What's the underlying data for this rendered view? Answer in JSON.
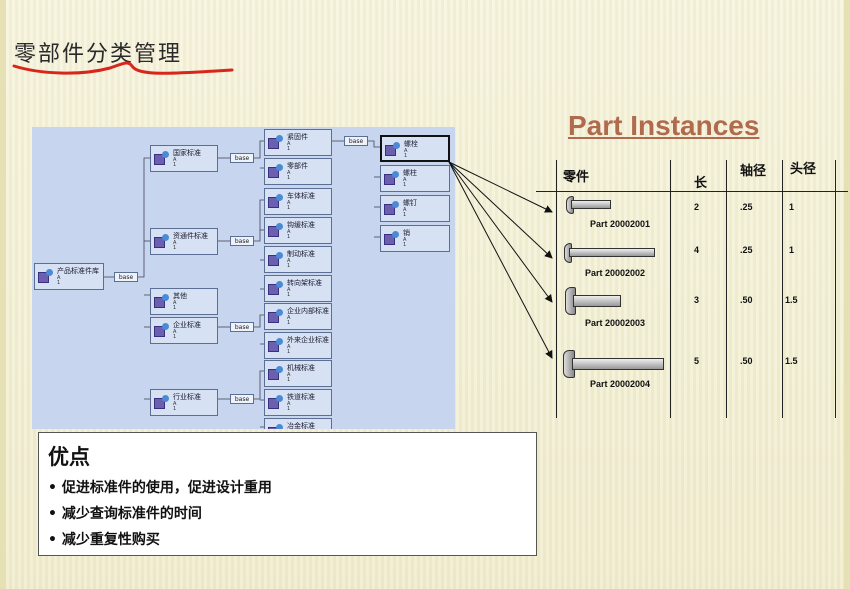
{
  "slide": {
    "title": "零部件分类管理",
    "colors": {
      "accent_underline": "#d9261c",
      "part_instances": "#b06a4e",
      "tree_bg": "#c7d5ee"
    }
  },
  "tree": {
    "root": "产品标准件库",
    "box_label": "base",
    "level1": [
      "国家标准",
      "资通件标准",
      "其他",
      "企业标准",
      "行业标准"
    ],
    "guojia_children": [
      "紧固件",
      "零部件"
    ],
    "zitong_children": [
      "车体标准",
      "钩缓标准",
      "制动标准",
      "转向架标准"
    ],
    "qiye_children": [
      "企业内部标准",
      "外来企业标准"
    ],
    "hangye_children": [
      "机械标准",
      "铁道标准",
      "冶金标准"
    ],
    "jingu_children": [
      "螺栓",
      "螺柱",
      "螺钉",
      "销"
    ]
  },
  "instances": {
    "title": "Part Instances",
    "headers": {
      "part": "零件",
      "length": "长",
      "axis": "轴径",
      "head": "头径"
    },
    "rows": [
      {
        "name": "Part 20002001",
        "length": "2",
        "axis": ".25",
        "head": "1"
      },
      {
        "name": "Part 20002002",
        "length": "4",
        "axis": ".25",
        "head": "1"
      },
      {
        "name": "Part 20002003",
        "length": "3",
        "axis": ".50",
        "head": "1.5"
      },
      {
        "name": "Part 20002004",
        "length": "5",
        "axis": ".50",
        "head": "1.5"
      }
    ]
  },
  "advantages": {
    "title": "优点",
    "items": [
      "• 促进标准件的使用，促进设计重用",
      "• 减少查询标准件的时间",
      "• 减少重复性购买"
    ]
  }
}
